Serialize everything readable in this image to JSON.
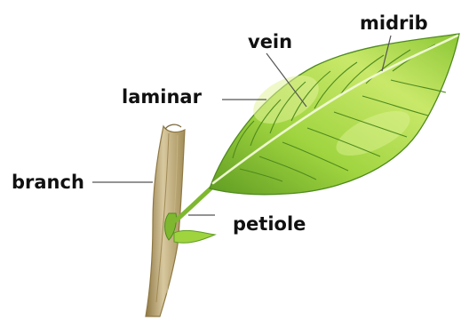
{
  "labels": {
    "midrib": "midrib",
    "vein": "vein",
    "laminar": "laminar",
    "branch": "branch",
    "petiole": "petiole"
  },
  "colors": {
    "leaf_light": "#d3ec7a",
    "leaf_mid": "#9fd43f",
    "leaf_dark": "#5f9c22",
    "vein": "#4f8a1e",
    "midrib": "#e9f5c4",
    "branch_light": "#d8c89f",
    "branch_mid": "#b9a46f",
    "branch_dark": "#8e7844",
    "leader_line": "#555555"
  }
}
